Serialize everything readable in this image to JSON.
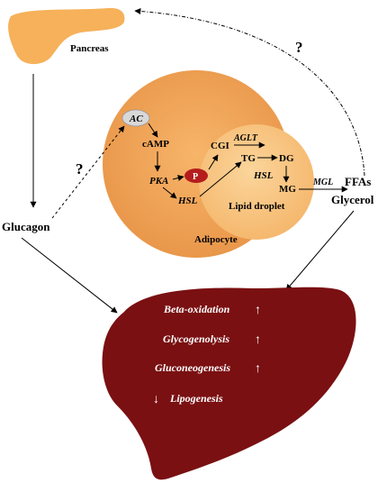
{
  "labels": {
    "pancreas": "Pancreas",
    "question": "?",
    "ac": "AC",
    "camp": "cAMP",
    "cgi": "CGI",
    "aglt": "AGLT",
    "tg": "TG",
    "dg": "DG",
    "pka": "PKA",
    "p": "P",
    "hsl": "HSL",
    "mg": "MG",
    "mgl": "MGL",
    "lipid_droplet": "Lipid droplet",
    "adipocyte": "Adipocyte",
    "glucagon": "Glucagon",
    "ffas": "FFAs",
    "glycerol": "Glycerol"
  },
  "liver": {
    "items": [
      {
        "label": "Beta-oxidation",
        "arrow": "↑"
      },
      {
        "label": "Glycogenolysis",
        "arrow": "↑"
      },
      {
        "label": "Gluconeogenesis",
        "arrow": "↑"
      },
      {
        "label": "Lipogenesis",
        "arrow": "↓"
      }
    ]
  },
  "colors": {
    "pancreas": "#f6b15a",
    "adipocyte_outer": "#f3a65a",
    "adipocyte_inner": "#f7c07a",
    "liver": "#7a1012",
    "phospho": "#b51d1d",
    "ac_oval": "#d8d8d8"
  }
}
